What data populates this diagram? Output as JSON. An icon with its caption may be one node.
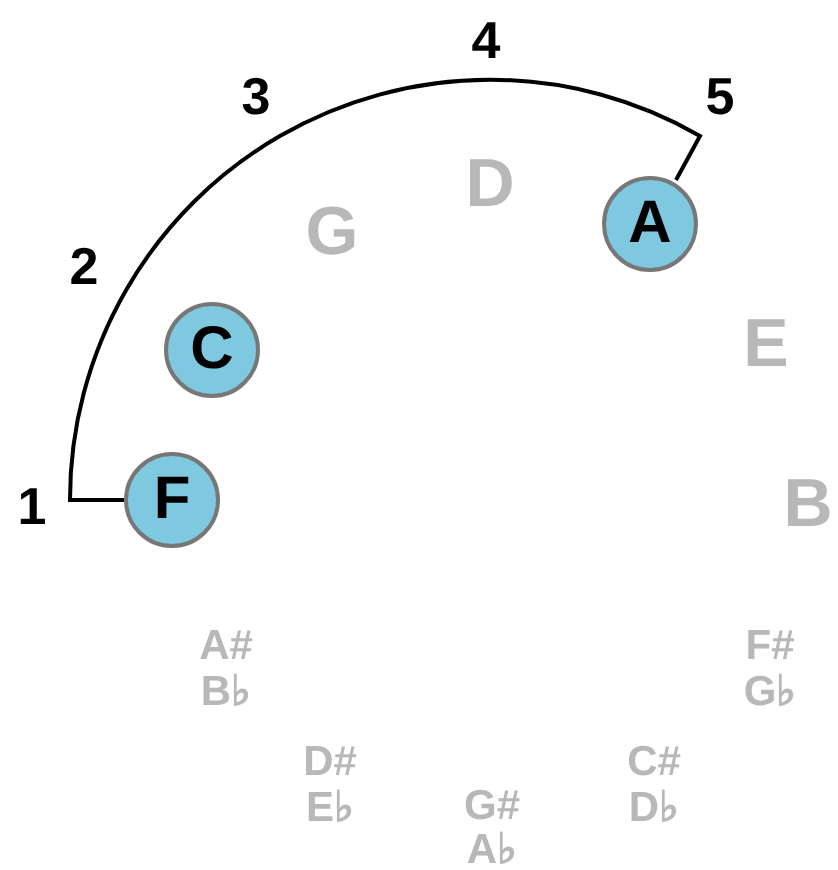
{
  "diagram": {
    "nodes": [
      {
        "text": [
          "A"
        ]
      },
      {
        "text": [
          "C"
        ]
      },
      {
        "text": [
          "F"
        ]
      }
    ],
    "edges": [
      {
        "from": 2,
        "to": 0,
        "arrow": "none"
      }
    ],
    "labels": [
      "4",
      "3",
      "5",
      "D",
      "G",
      "2",
      "E",
      "1",
      "B",
      "A#",
      "F#",
      "B♭",
      "G♭",
      "D#",
      "C#",
      "E♭",
      "G#",
      "D♭",
      "A♭"
    ]
  }
}
